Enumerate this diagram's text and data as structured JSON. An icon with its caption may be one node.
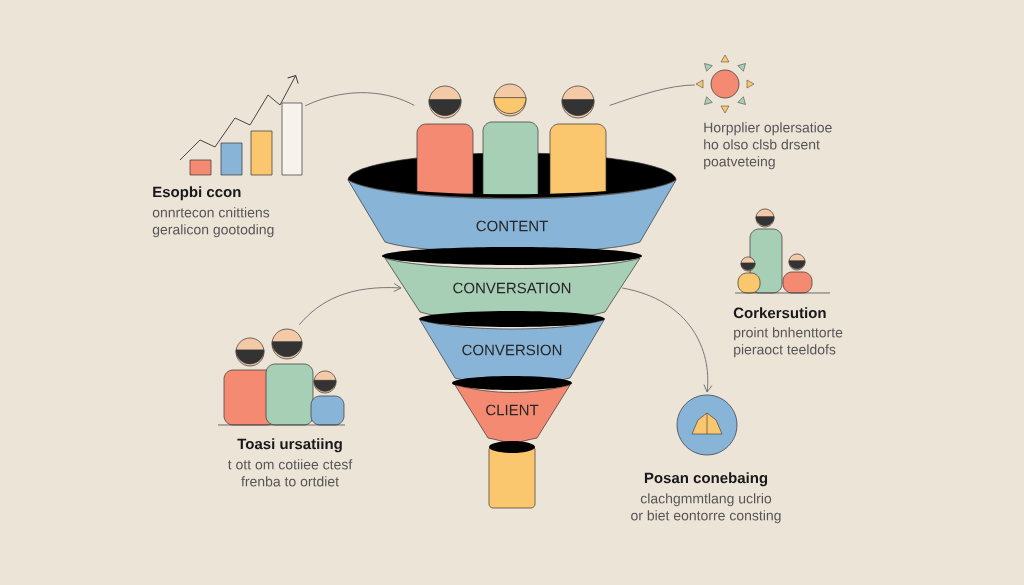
{
  "diagram": {
    "nodes": [
      {
        "text": [],
        "shape": "picture"
      },
      {
        "text": [
          "CONTENT"
        ]
      },
      {
        "text": [
          "CONVERSATION"
        ]
      },
      {
        "text": [
          "CONVERSION"
        ]
      },
      {
        "text": [
          "CLIENT"
        ]
      },
      {
        "text": [],
        "shape": "cylinder"
      },
      {
        "text": [],
        "shape": "picture",
        "beside": [
          "Esopbi ccon",
          "onnrtecon cnittiens geralicon gootoding"
        ]
      },
      {
        "text": [],
        "shape": "picture",
        "beside": [
          "Horpplier oplersatioe ho olso clsb drsent poatveteing"
        ]
      },
      {
        "text": [],
        "shape": "picture",
        "beside": [
          "Corkersution",
          "proint bnhenttorte pieraoct teeldofs"
        ]
      },
      {
        "text": [],
        "shape": "picture",
        "beside": [
          "Toasi ursatiing",
          "t ott om cotiiee ctesf frenba to ortdiet"
        ]
      },
      {
        "text": [],
        "shape": "picture",
        "beside": [
          "Posan conebaing",
          "clachgmmtlang uclrio or biet eontorre consting"
        ]
      }
    ],
    "edges": [
      {
        "from": 6,
        "to": 0,
        "arrow": "none"
      },
      {
        "from": 0,
        "to": 7,
        "arrow": "none"
      },
      {
        "from": 9,
        "to": 2,
        "arrow": "to"
      },
      {
        "from": 2,
        "to": 10,
        "arrow": "to"
      }
    ]
  }
}
